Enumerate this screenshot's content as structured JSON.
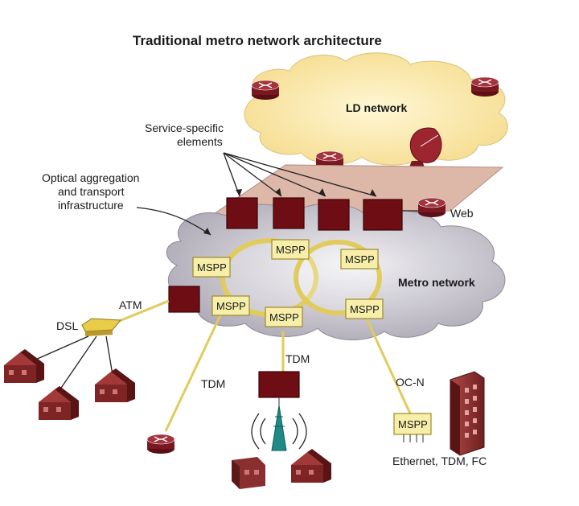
{
  "title": "Traditional metro network architecture",
  "labels": {
    "ld_network": "LD network",
    "service_specific_line1": "Service-specific",
    "service_specific_line2": "elements",
    "optical_line1": "Optical aggregation",
    "optical_line2": "and transport",
    "optical_line3": "infrastructure",
    "web": "Web",
    "metro_network": "Metro network",
    "atm": "ATM",
    "dsl": "DSL",
    "tdm_left": "TDM",
    "tdm_center": "TDM",
    "ocn": "OC-N",
    "ethernet": "Ethernet, TDM, FC"
  },
  "mspp_nodes": [
    "MSPP",
    "MSPP",
    "MSPP",
    "MSPP",
    "MSPP",
    "MSPP",
    "MSPP"
  ],
  "colors": {
    "element_fill": "#6e0d14",
    "mspp_fill": "#f7eeaa",
    "ring": "#e1cb5c",
    "ld_cloud": "#f9e6a8",
    "metro_cloud": "#c9c6cf",
    "router": "#8a1f28",
    "building": "#8a2f2f"
  }
}
